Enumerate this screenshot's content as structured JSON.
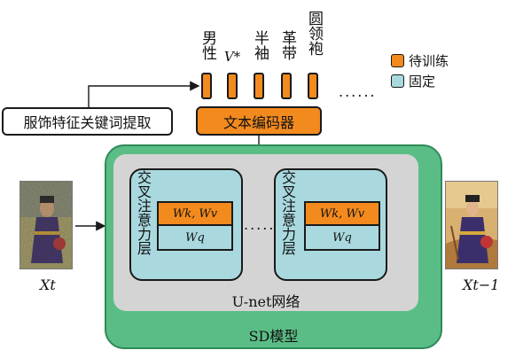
{
  "keywords": {
    "k1": "男性",
    "k2": "V*",
    "k3": "半袖",
    "k4": "革带",
    "k5": "圆领袍",
    "ellipsis": "......"
  },
  "legend": {
    "trainable": "待训练",
    "frozen": "固定",
    "trainable_color": "#f28a1e",
    "frozen_color": "#a9d9df"
  },
  "extraction_label": "服饰特征关键词提取",
  "encoder_label": "文本编码器",
  "cross_attention": {
    "title": "交叉注意力层",
    "wkv": "Wk, Wv",
    "wq": "Wq",
    "ellipsis": "......"
  },
  "unet_label": "U-net网络",
  "sd_label": "SD模型",
  "input_label": "Xt",
  "output_label": "Xt−1",
  "colors": {
    "sd_green": "#5bbd86",
    "unet_gray": "#d4d4d4"
  }
}
